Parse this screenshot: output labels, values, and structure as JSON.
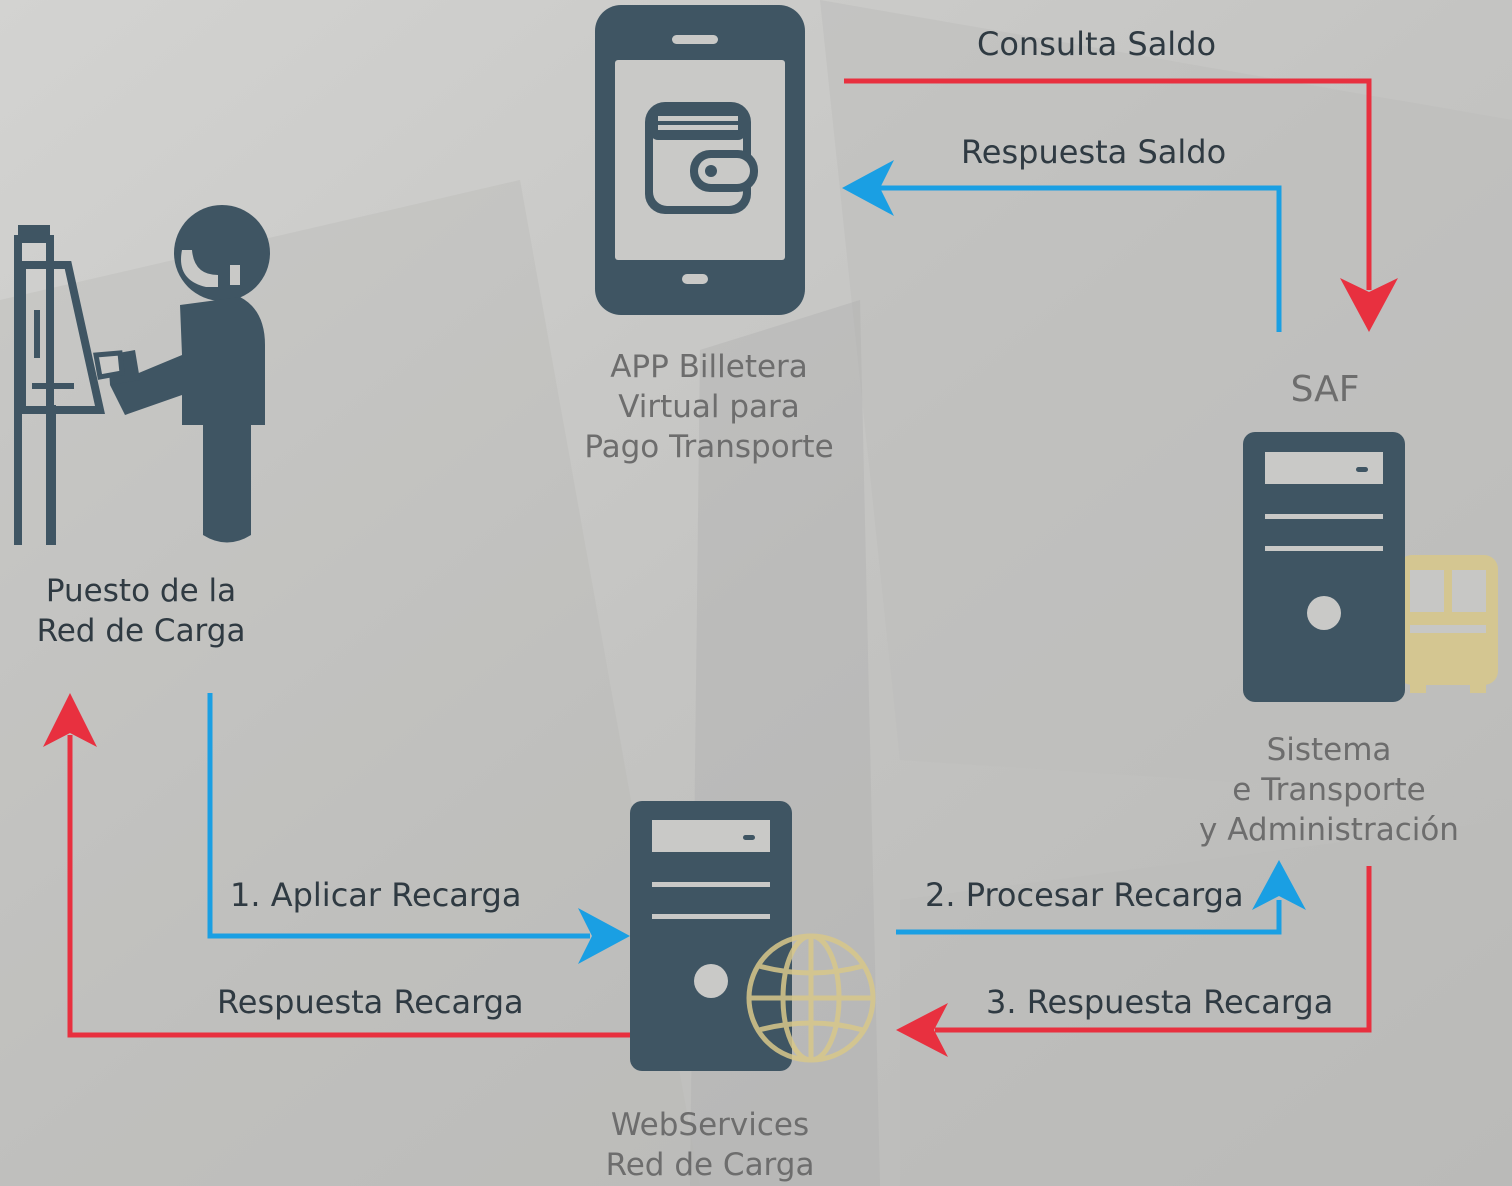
{
  "colors": {
    "background": "#c9c9c7",
    "icon": "#3f5563",
    "arrow_request": "#e8303f",
    "arrow_response": "#1a9fe3",
    "accent_gold": "#d8c88a"
  },
  "nodes": {
    "app": {
      "icon": "tablet-wallet-icon",
      "lines": [
        "APP Billetera",
        "Virtual para",
        "Pago Transporte"
      ]
    },
    "saf": {
      "title": "SAF",
      "icon": "server-bus-icon",
      "lines": [
        "Sistema",
        "e Transporte",
        "y Administración"
      ]
    },
    "puesto": {
      "icon": "person-kiosk-icon",
      "lines": [
        "Puesto de la",
        "Red de Carga"
      ]
    },
    "webservices": {
      "icon": "server-globe-icon",
      "lines": [
        "WebServices",
        "Red de Carga"
      ]
    }
  },
  "edges": {
    "consulta_saldo": "Consulta Saldo",
    "respuesta_saldo": "Respuesta Saldo",
    "aplicar_recarga": "1. Aplicar Recarga",
    "procesar_recarga": "2. Procesar Recarga",
    "respuesta_recarga_3": "3. Respuesta Recarga",
    "respuesta_recarga": "Respuesta Recarga"
  }
}
